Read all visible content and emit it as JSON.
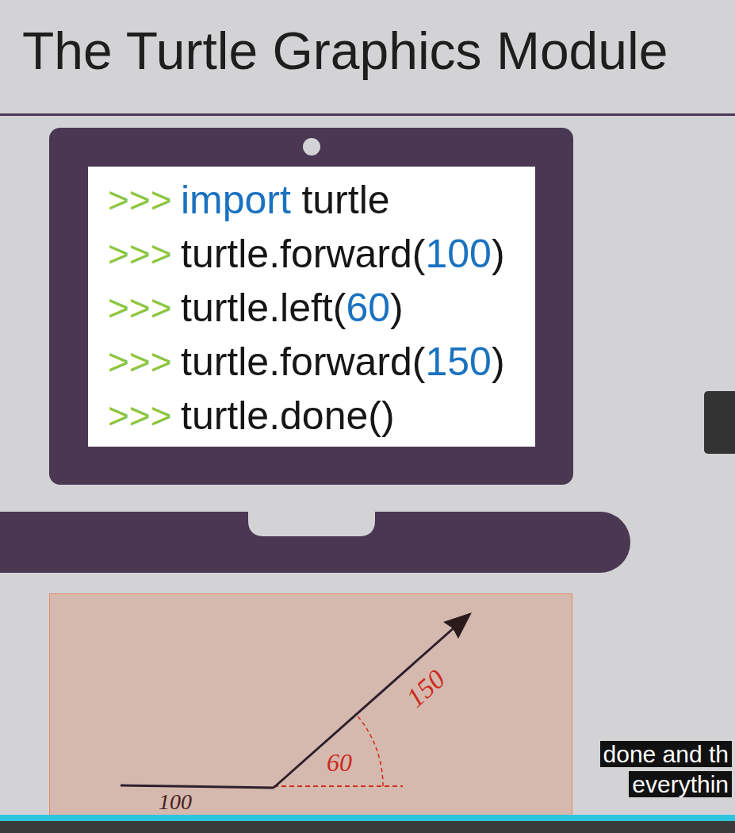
{
  "diagram": {
    "title": "The Turtle Graphics Module",
    "nodes": [
      {
        "text": [
          ">>>",
          "import",
          "turtle",
          ">>>",
          "turtle.forward(",
          "100",
          ")",
          ">>>",
          "turtle.left(",
          "60",
          ")",
          ">>>",
          "turtle.forward(",
          "150",
          ")",
          ">>>",
          "turtle.done()"
        ]
      },
      {
        "text": [
          "150",
          "60",
          "100"
        ]
      },
      {
        "text": [
          "done and th everythin"
        ]
      }
    ]
  }
}
